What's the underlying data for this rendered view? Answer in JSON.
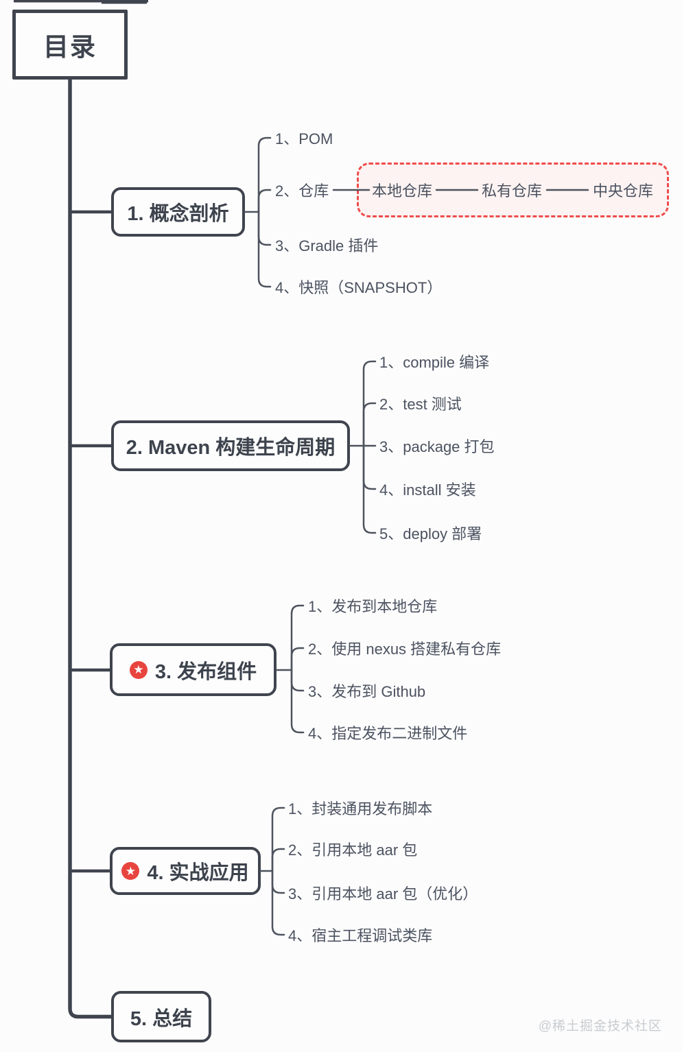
{
  "meta": {
    "watermark": "@稀土掘金技术社区"
  },
  "colors": {
    "line_dark": "#3f444e",
    "child_line": "#4d535d",
    "node_text": "#3d434d",
    "child_text": "#4b5260",
    "accent_red": "#ef4b4b",
    "accent_red_fill": "#fdf3f2",
    "star_badge_red": "#e8443e",
    "watermark_gray": "#c9ccd0"
  },
  "root": {
    "label": "目录"
  },
  "branches": [
    {
      "label": "1. 概念剖析",
      "starred": false,
      "children": [
        "1、POM",
        "2、仓库",
        "3、Gradle 插件",
        "4、快照（SNAPSHOT）"
      ]
    },
    {
      "label": "2. Maven 构建生命周期",
      "starred": false,
      "children": [
        "1、compile 编译",
        "2、test 测试",
        "3、package 打包",
        "4、install 安装",
        "5、deploy 部署"
      ]
    },
    {
      "label": "3. 发布组件",
      "starred": true,
      "children": [
        "1、发布到本地仓库",
        "2、使用 nexus 搭建私有仓库",
        "3、发布到 Github",
        "4、指定发布二进制文件"
      ]
    },
    {
      "label": "4. 实战应用",
      "starred": true,
      "children": [
        "1、封装通用发布脚本",
        "2、引用本地 aar 包",
        "3、引用本地 aar 包（优化）",
        "4、宿主工程调试类库"
      ]
    },
    {
      "label": "5. 总结",
      "starred": false,
      "children": []
    }
  ],
  "repo_chain": [
    "本地仓库",
    "私有仓库",
    "中央仓库"
  ],
  "icons": {
    "star_badge": "★"
  }
}
